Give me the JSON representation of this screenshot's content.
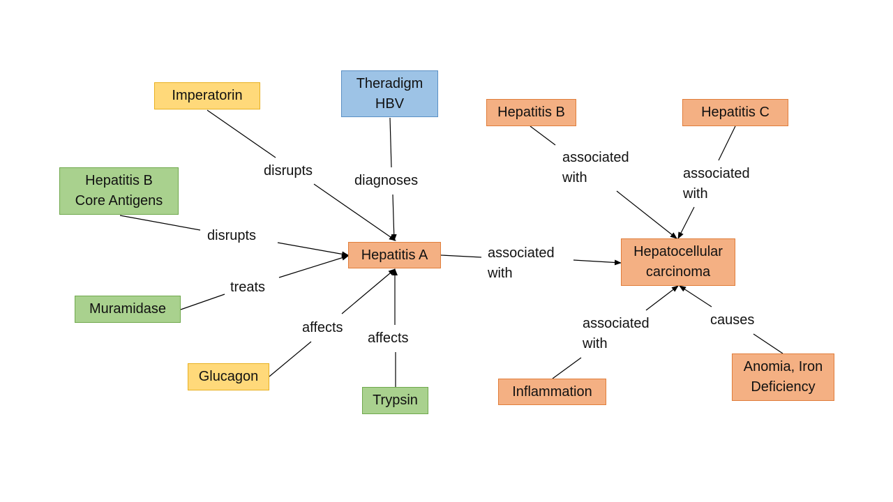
{
  "colors": {
    "orange": "#f4b083",
    "yellow": "#ffd97a",
    "green": "#a9d18e",
    "blue": "#9dc3e6",
    "edge": "#000000"
  },
  "nodes": {
    "imperatorin": "Imperatorin",
    "theradigm": "Theradigm\nHBV",
    "hep_b_core": "Hepatitis B\nCore Antigens",
    "hep_a": "Hepatitis A",
    "muramidase": "Muramidase",
    "glucagon": "Glucagon",
    "trypsin": "Trypsin",
    "hep_b": "Hepatitis B",
    "hep_c": "Hepatitis C",
    "hcc": "Hepatocellular\ncarcinoma",
    "inflammation": "Inflammation",
    "anomia": "Anomia, Iron\nDeficiency"
  },
  "edges": {
    "imperatorin_disrupts": "disrupts",
    "core_disrupts": "disrupts",
    "theradigm_diagnoses": "diagnoses",
    "muramidase_treats": "treats",
    "glucagon_affects": "affects",
    "trypsin_affects": "affects",
    "hepa_associated": "associated\nwith",
    "hepb_associated": "associated\nwith",
    "hepc_associated": "associated\nwith",
    "inflammation_associated": "associated\nwith",
    "anomia_causes": "causes"
  }
}
